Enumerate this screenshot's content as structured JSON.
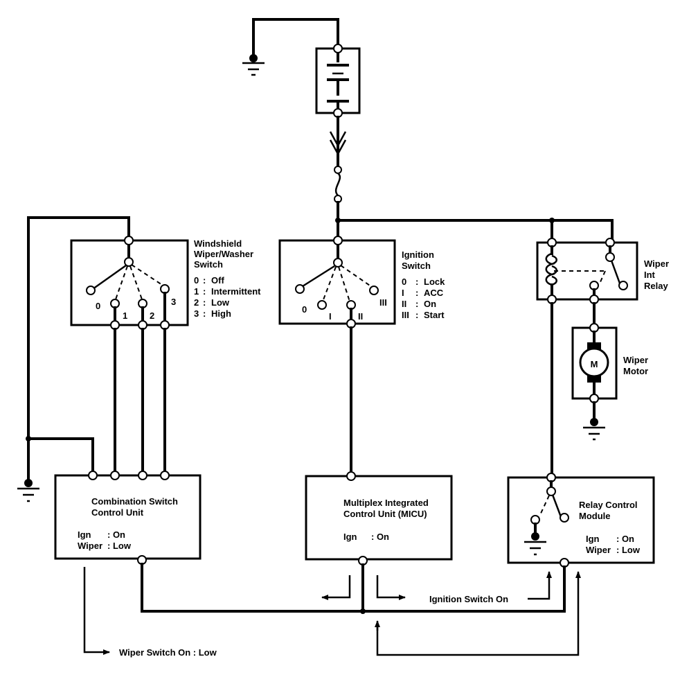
{
  "wiper_switch": {
    "title_lines": [
      "Windshield",
      "Wiper/Washer",
      "Switch"
    ],
    "positions": [
      {
        "key": "0",
        "sep": ":",
        "label": "Off"
      },
      {
        "key": "1",
        "sep": ":",
        "label": "Intermittent"
      },
      {
        "key": "2",
        "sep": ":",
        "label": "Low"
      },
      {
        "key": "3",
        "sep": ":",
        "label": "High"
      }
    ],
    "contact_labels": [
      "0",
      "1",
      "2",
      "3"
    ]
  },
  "ignition_switch": {
    "title_lines": [
      "Ignition",
      "Switch"
    ],
    "positions": [
      {
        "key": "0",
        "sep": ":",
        "label": "Lock"
      },
      {
        "key": "I",
        "sep": ":",
        "label": "ACC"
      },
      {
        "key": "II",
        "sep": ":",
        "label": "On"
      },
      {
        "key": "III",
        "sep": ":",
        "label": "Start"
      }
    ],
    "contact_labels": [
      "0",
      "I",
      "II",
      "III"
    ]
  },
  "wiper_int_relay": {
    "title_lines": [
      "Wiper",
      "Int",
      "Relay"
    ]
  },
  "wiper_motor": {
    "title_lines": [
      "Wiper",
      "Motor"
    ],
    "symbol": "M"
  },
  "combination_unit": {
    "title_lines": [
      "Combination Switch",
      "Control Unit"
    ],
    "status": [
      {
        "key": "Ign",
        "value": ": On"
      },
      {
        "key": "Wiper",
        "value": ": Low"
      }
    ]
  },
  "micu": {
    "title_lines": [
      "Multiplex Integrated",
      "Control Unit (MICU)"
    ],
    "status": [
      {
        "key": "Ign",
        "value": ": On"
      }
    ]
  },
  "relay_module": {
    "title_lines": [
      "Relay Control",
      "Module"
    ],
    "status": [
      {
        "key": "Ign",
        "value": ": On"
      },
      {
        "key": "Wiper",
        "value": ": Low"
      }
    ]
  },
  "signals": {
    "ignition_on": "Ignition Switch On",
    "wiper_low": "Wiper Switch On : Low"
  }
}
